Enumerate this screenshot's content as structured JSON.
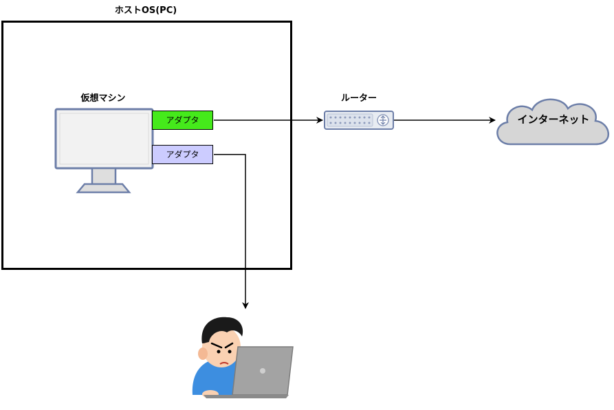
{
  "diagram": {
    "host": {
      "label": "ホストOS(PC)"
    },
    "vm": {
      "label": "仮想マシン"
    },
    "adapters": [
      {
        "label": "アダプタ",
        "color": "#45ea1b"
      },
      {
        "label": "アダプタ",
        "color": "#ccccff"
      }
    ],
    "router": {
      "label": "ルーター"
    },
    "internet": {
      "label": "インターネット",
      "color": "#d6d6d6"
    },
    "colors": {
      "monitor_frame": "#6c7ea8",
      "line": "#000000"
    }
  }
}
